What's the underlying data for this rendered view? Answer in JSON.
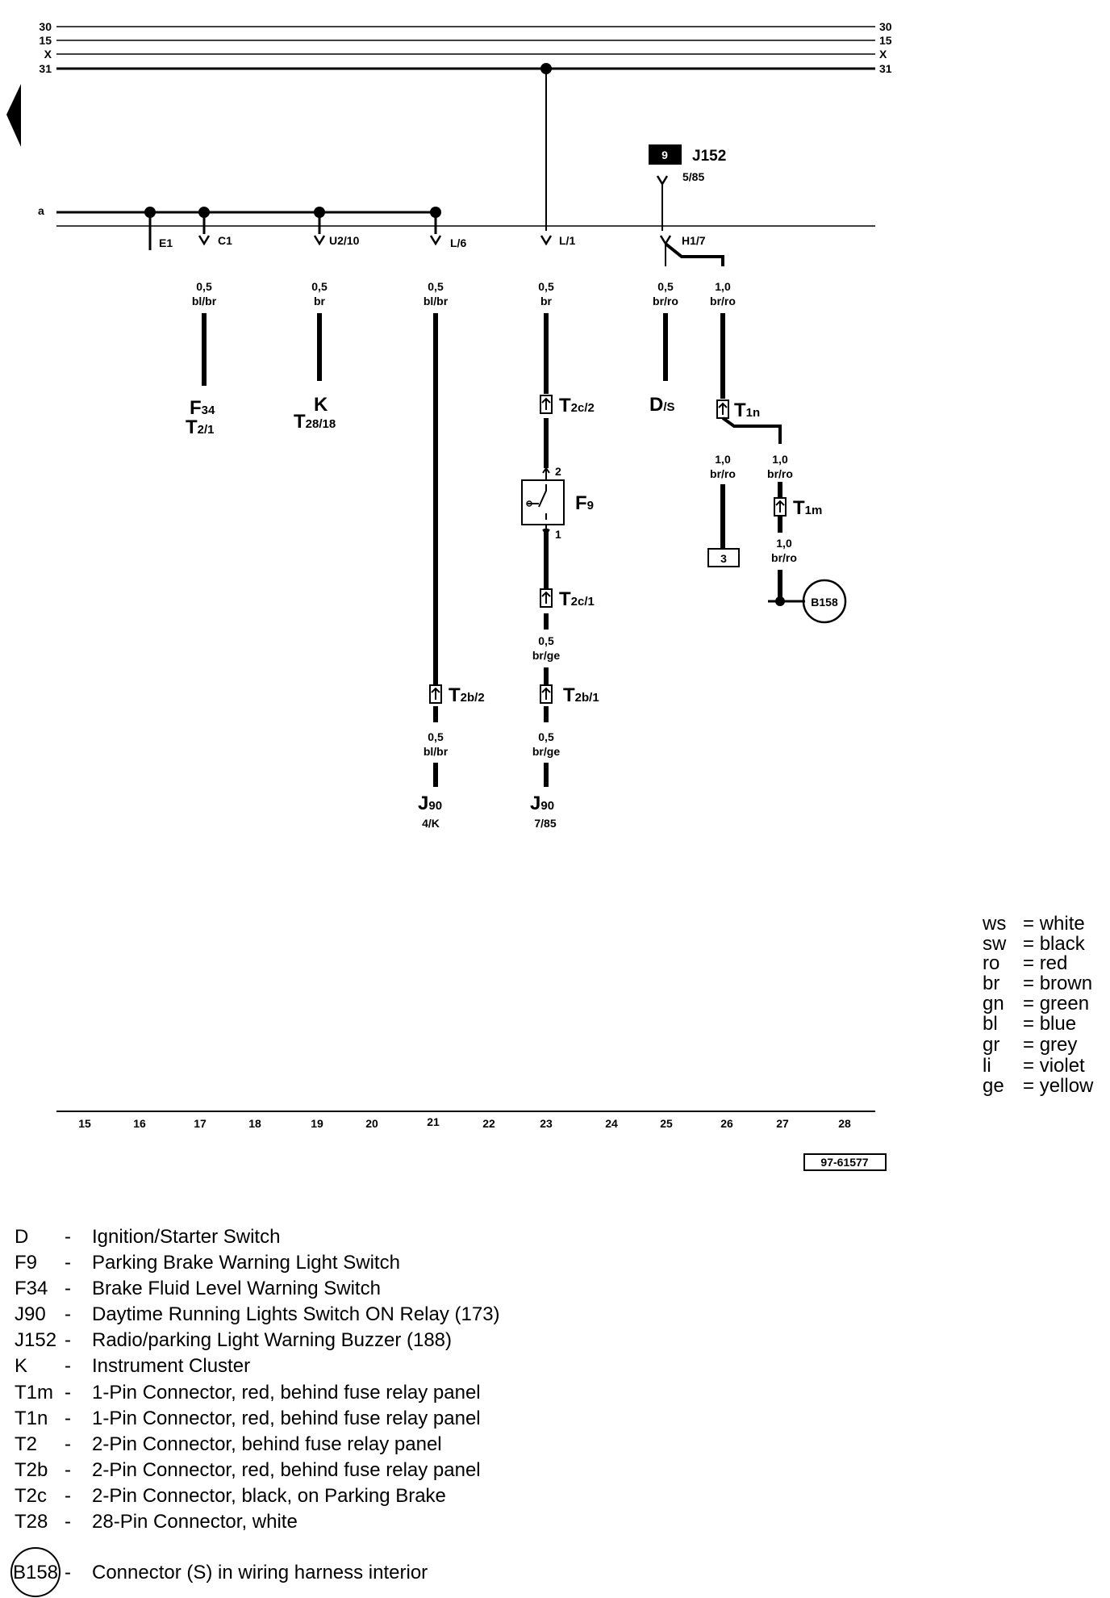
{
  "rails": {
    "labels": [
      "30",
      "15",
      "X",
      "31"
    ],
    "a_label": "a"
  },
  "relay_ref": {
    "box": "9",
    "name": "J152",
    "terminal": "5/85"
  },
  "connectors_top": {
    "e1": "E1",
    "c1": "C1",
    "u2_10": "U2/10",
    "l6": "L/6",
    "l1": "L/1",
    "h1_7": "H1/7"
  },
  "wires": {
    "w17": {
      "size": "0,5",
      "color": "bl/br"
    },
    "w19": {
      "size": "0,5",
      "color": "br"
    },
    "w21": {
      "size": "0,5",
      "color": "bl/br"
    },
    "w23": {
      "size": "0,5",
      "color": "br"
    },
    "w25": {
      "size": "0,5",
      "color": "br/ro"
    },
    "w26": {
      "size": "1,0",
      "color": "br/ro"
    },
    "w26b": {
      "size": "1,0",
      "color": "br/ro"
    },
    "w27": {
      "size": "1,0",
      "color": "br/ro"
    },
    "w27b": {
      "size": "1,0",
      "color": "br/ro"
    },
    "w23b": {
      "size": "0,5",
      "color": "br/ge"
    },
    "w21b": {
      "size": "0,5",
      "color": "bl/br"
    },
    "w23c": {
      "size": "0,5",
      "color": "br/ge"
    }
  },
  "components": {
    "f34": {
      "main": "F",
      "sub": "34"
    },
    "t2_1": {
      "main": "T",
      "sub": "2/1"
    },
    "k": {
      "main": "K"
    },
    "t28_18": {
      "main": "T",
      "sub": "28/18"
    },
    "d_s": {
      "main": "D",
      "sub": "/S"
    },
    "t2c_2": {
      "main": "T",
      "sub": "2c/2"
    },
    "t1n": {
      "main": "T",
      "sub": "1n"
    },
    "f9": {
      "main": "F",
      "sub": "9",
      "pin_top": "2",
      "pin_bottom": "1"
    },
    "t1m": {
      "main": "T",
      "sub": "1m"
    },
    "ref3": "3",
    "b158": "B158",
    "t2c_1": {
      "main": "T",
      "sub": "2c/1"
    },
    "t2b_2": {
      "main": "T",
      "sub": "2b/2"
    },
    "t2b_1": {
      "main": "T",
      "sub": "2b/1"
    },
    "j90_left": {
      "main": "J",
      "sub": "90",
      "terminal": "4/K"
    },
    "j90_right": {
      "main": "J",
      "sub": "90",
      "terminal": "7/85"
    }
  },
  "scale": [
    "15",
    "16",
    "17",
    "18",
    "19",
    "20",
    "21",
    "22",
    "23",
    "24",
    "25",
    "26",
    "27",
    "28"
  ],
  "figure_number": "97-61577",
  "color_legend": [
    {
      "code": "ws",
      "name": "white"
    },
    {
      "code": "sw",
      "name": "black"
    },
    {
      "code": "ro",
      "name": "red"
    },
    {
      "code": "br",
      "name": "brown"
    },
    {
      "code": "gn",
      "name": "green"
    },
    {
      "code": "bl",
      "name": "blue"
    },
    {
      "code": "gr",
      "name": "grey"
    },
    {
      "code": "li",
      "name": "violet"
    },
    {
      "code": "ge",
      "name": "yellow"
    }
  ],
  "component_list": [
    {
      "code": "D",
      "desc": "Ignition/Starter Switch"
    },
    {
      "code": "F9",
      "desc": "Parking Brake Warning Light Switch"
    },
    {
      "code": "F34",
      "desc": "Brake Fluid Level Warning Switch"
    },
    {
      "code": "J90",
      "desc": "Daytime Running Lights Switch ON Relay (173)"
    },
    {
      "code": "J152",
      "desc": "Radio/parking Light Warning Buzzer (188)"
    },
    {
      "code": "K",
      "desc": "Instrument Cluster"
    },
    {
      "code": "T1m",
      "desc": "1-Pin Connector, red, behind fuse relay panel"
    },
    {
      "code": "T1n",
      "desc": "1-Pin Connector, red, behind fuse relay panel"
    },
    {
      "code": "T2",
      "desc": "2-Pin Connector, behind fuse relay panel"
    },
    {
      "code": "T2b",
      "desc": "2-Pin Connector, red, behind fuse relay panel"
    },
    {
      "code": "T2c",
      "desc": "2-Pin Connector, black, on Parking Brake"
    },
    {
      "code": "T28",
      "desc": "28-Pin Connector, white"
    }
  ],
  "ground_note": {
    "code": "B158",
    "desc": "Connector (S) in wiring harness interior"
  }
}
